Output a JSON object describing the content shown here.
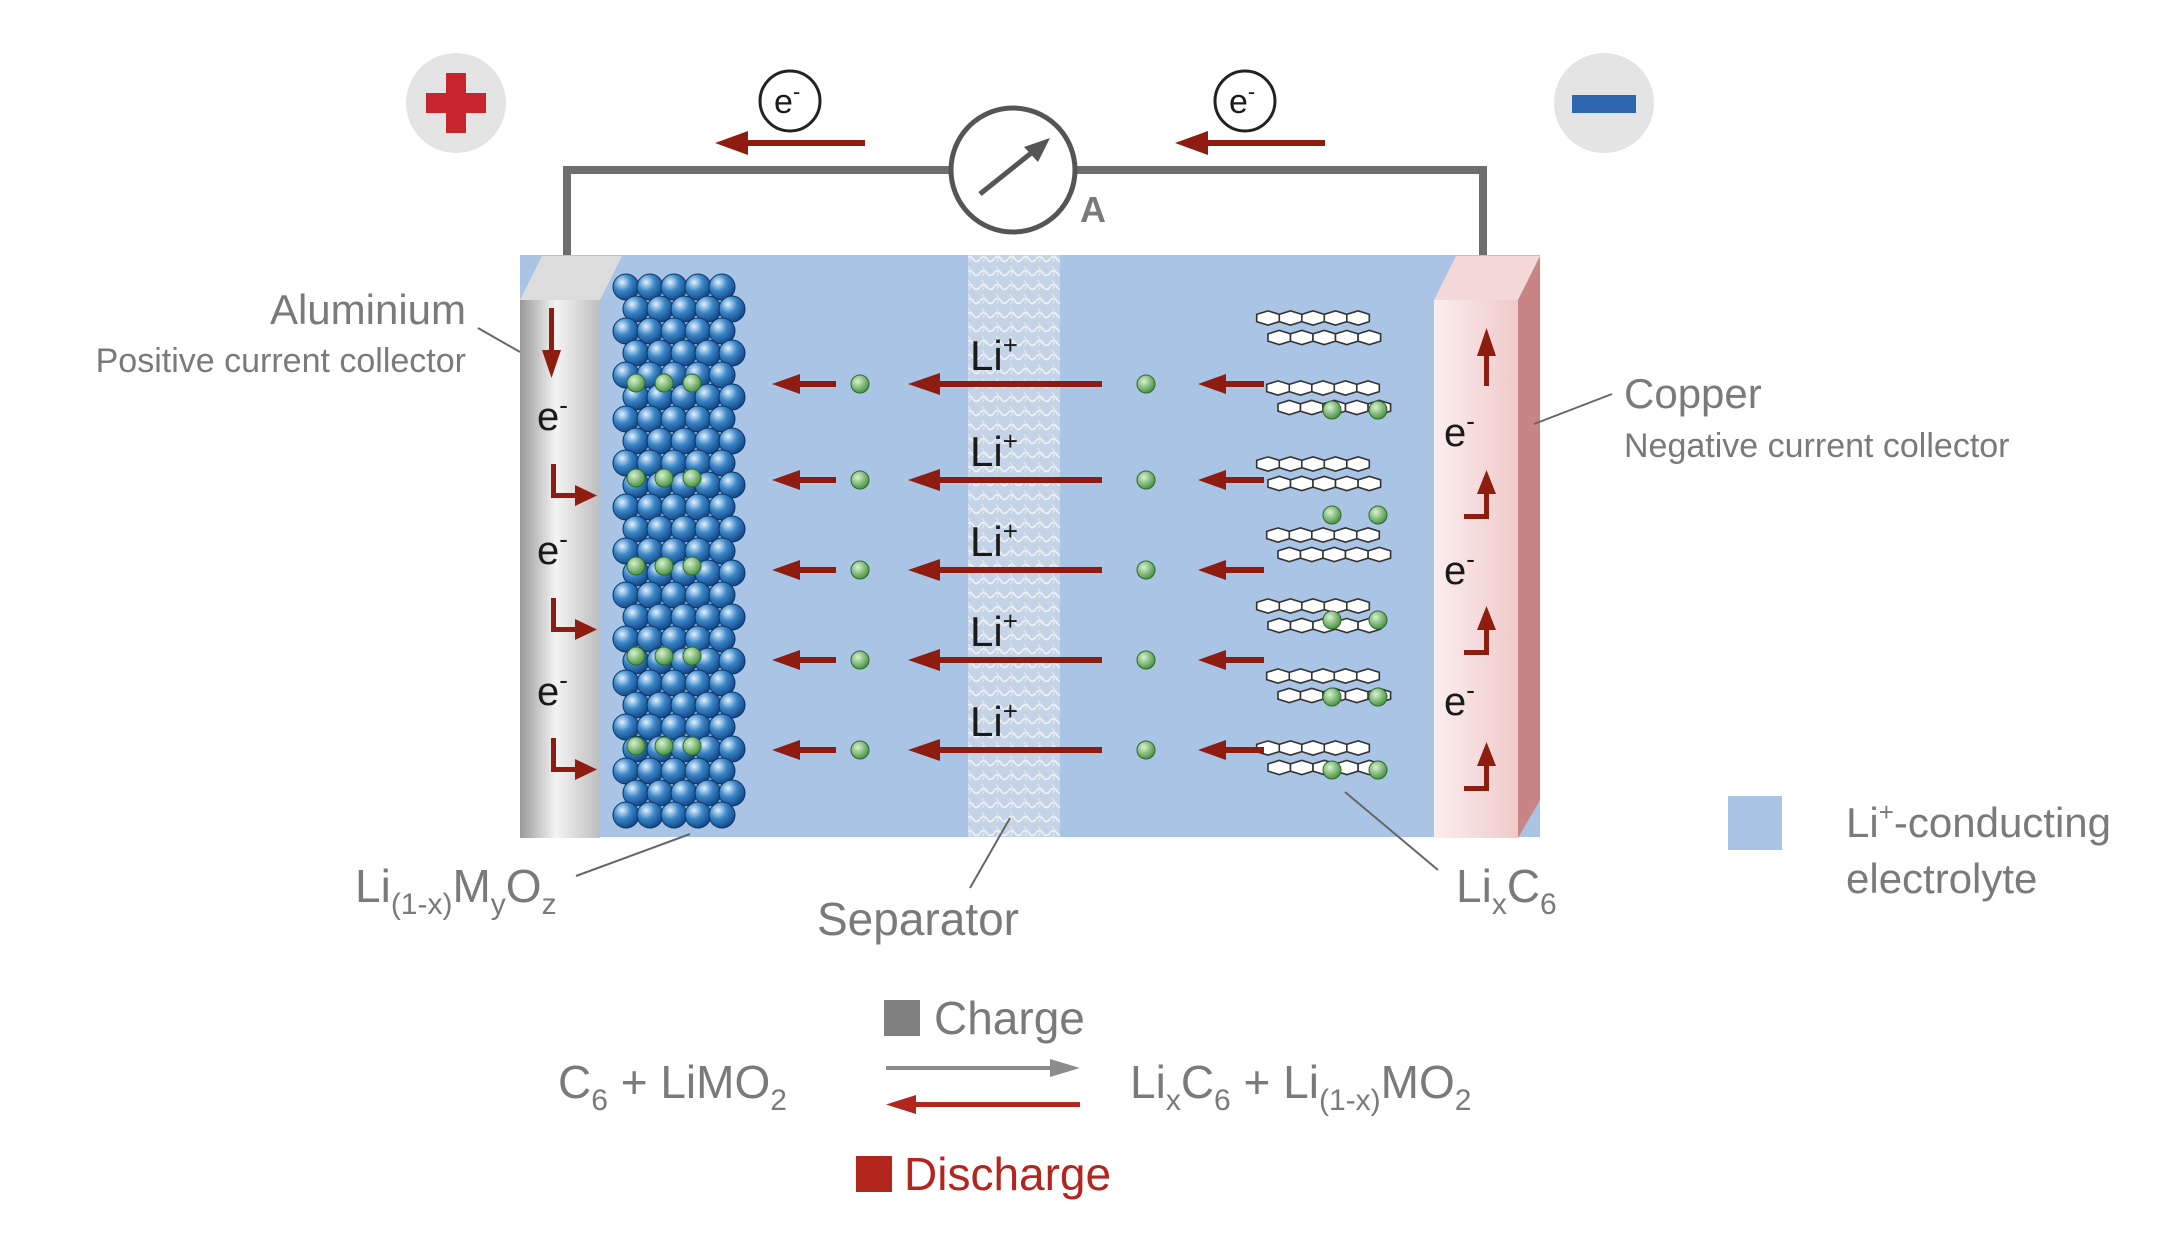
{
  "terminals": {
    "positive_symbol": "plus-icon",
    "negative_symbol": "minus-icon"
  },
  "electron_symbol": "e",
  "electron_charge": "-",
  "ammeter_label": "A",
  "ion": {
    "symbol": "Li",
    "charge": "+"
  },
  "labels": {
    "aluminium": "Aluminium",
    "positive_collector": "Positive current collector",
    "copper": "Copper",
    "negative_collector": "Negative current collector",
    "separator": "Separator"
  },
  "cathode_formula": {
    "p1": "Li",
    "s1": "(1-x)",
    "p2": "M",
    "s2": "y",
    "p3": "O",
    "s3": "z"
  },
  "anode_formula": {
    "p1": "Li",
    "s1": "x",
    "p2": "C",
    "s2": "6"
  },
  "legend": {
    "electrolyte_line1_base": "Li",
    "electrolyte_line1_sup": "+",
    "electrolyte_line1_rest": "-conducting",
    "electrolyte_line2": "electrolyte"
  },
  "reaction": {
    "charge_label": "Charge",
    "discharge_label": "Discharge",
    "left": {
      "p1": "C",
      "s1": "6",
      "p2": " + LiMO",
      "s2": "2"
    },
    "right": {
      "p1": "Li",
      "s1": "x",
      "p2": "C",
      "s2": "6",
      "p3": " + Li",
      "s3": "(1-x)",
      "p4": "MO",
      "s4": "2"
    }
  },
  "colors": {
    "electrolyte": "#a9c4e4",
    "arrow_red": "#8e1c10",
    "plus_red": "#c8262e",
    "minus_blue": "#2f66b0",
    "wire": "#6e6e6e",
    "charge_gray": "#808080",
    "discharge_red": "#b3261e",
    "li_ion_green": "#5aa64f"
  }
}
